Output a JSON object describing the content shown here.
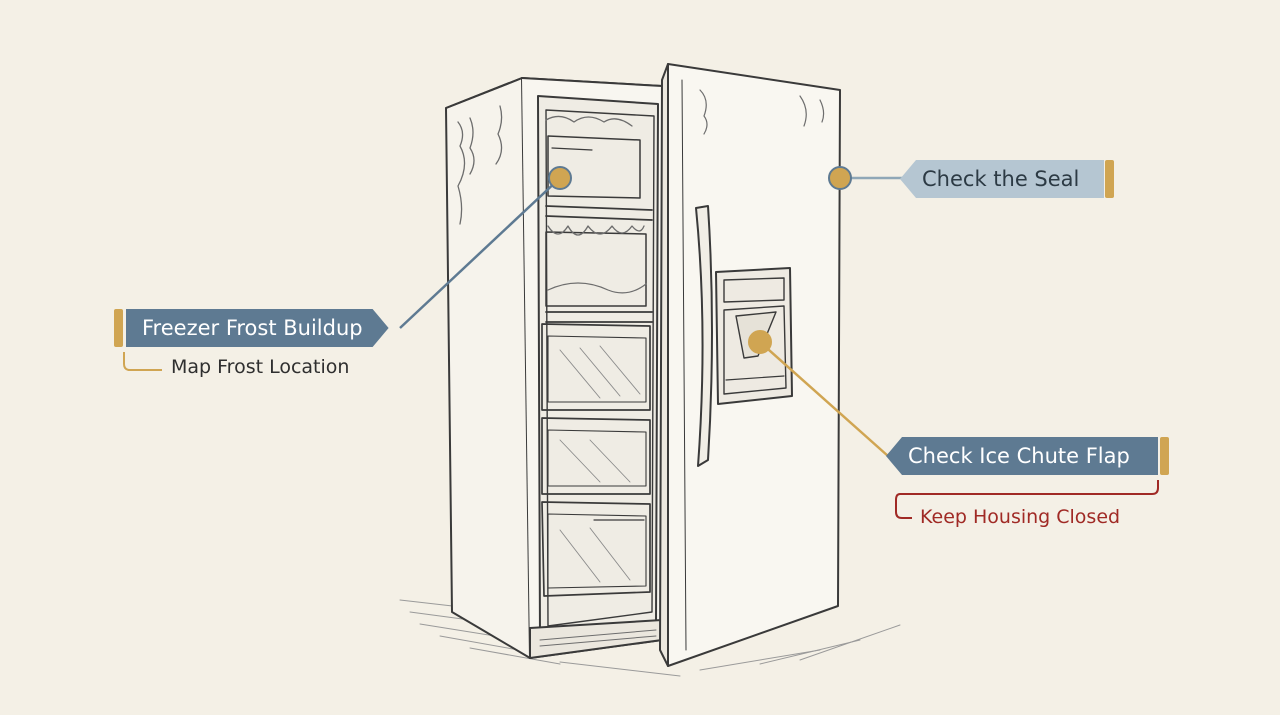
{
  "callouts": {
    "freezer_frost": {
      "label": "Freezer Frost Buildup",
      "sublabel": "Map Frost Location"
    },
    "seal": {
      "label": "Check the Seal"
    },
    "ice_chute": {
      "label": "Check Ice Chute Flap",
      "sublabel": "Keep Housing Closed"
    }
  },
  "colors": {
    "background": "#f4f0e6",
    "tag_dark": "#5e7a92",
    "tag_light": "#b5c6d2",
    "accent_gold": "#d0a552",
    "warning_red": "#a02a25",
    "ink": "#3a3a3a"
  }
}
